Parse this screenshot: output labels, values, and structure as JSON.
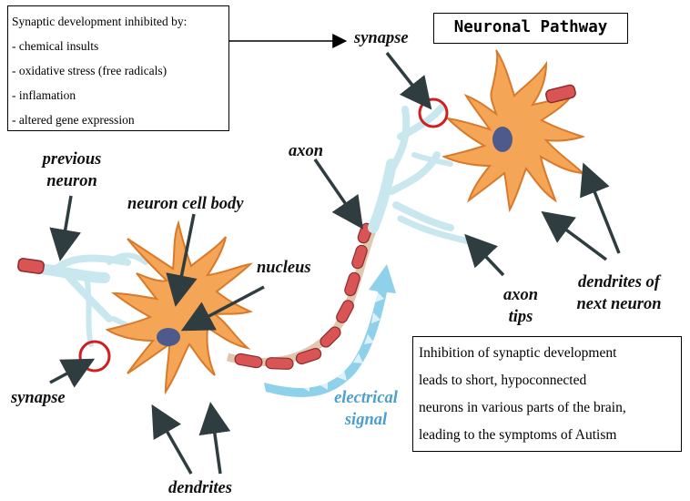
{
  "title": "Neuronal Pathway",
  "inhibitors": {
    "heading": "Synaptic development inhibited by:",
    "items": [
      "- chemical insults",
      "- oxidative stress (free radicals)",
      "- inflamation",
      "- altered gene expression"
    ]
  },
  "note": {
    "lines": [
      "Inhibition of synaptic development",
      "leads to short, hypoconnected",
      "neurons in various parts of the brain,",
      "leading to the symptoms of Autism"
    ]
  },
  "labels": {
    "synapse_top": "synapse",
    "previous_neuron_1": "previous",
    "previous_neuron_2": "neuron",
    "neuron_cell_body": "neuron cell body",
    "nucleus": "nucleus",
    "axon": "axon",
    "synapse_left": "synapse",
    "electrical_signal_1": "electrical",
    "electrical_signal_2": "signal",
    "axon_tips_1": "axon",
    "axon_tips_2": "tips",
    "dendrites_next_1": "dendrites of",
    "dendrites_next_2": "next neuron",
    "dendrites": "dendrites"
  },
  "colors": {
    "cell_body": "#f5a556",
    "cell_outline": "#d9792a",
    "nucleus": "#4e5a8c",
    "axon_segment": "#d95555",
    "axon_tips": "#bfe4ee",
    "signal_arrow": "#8fd1ea",
    "synapse_circle": "#d01f1f",
    "label_blue": "#4a9fd0"
  }
}
